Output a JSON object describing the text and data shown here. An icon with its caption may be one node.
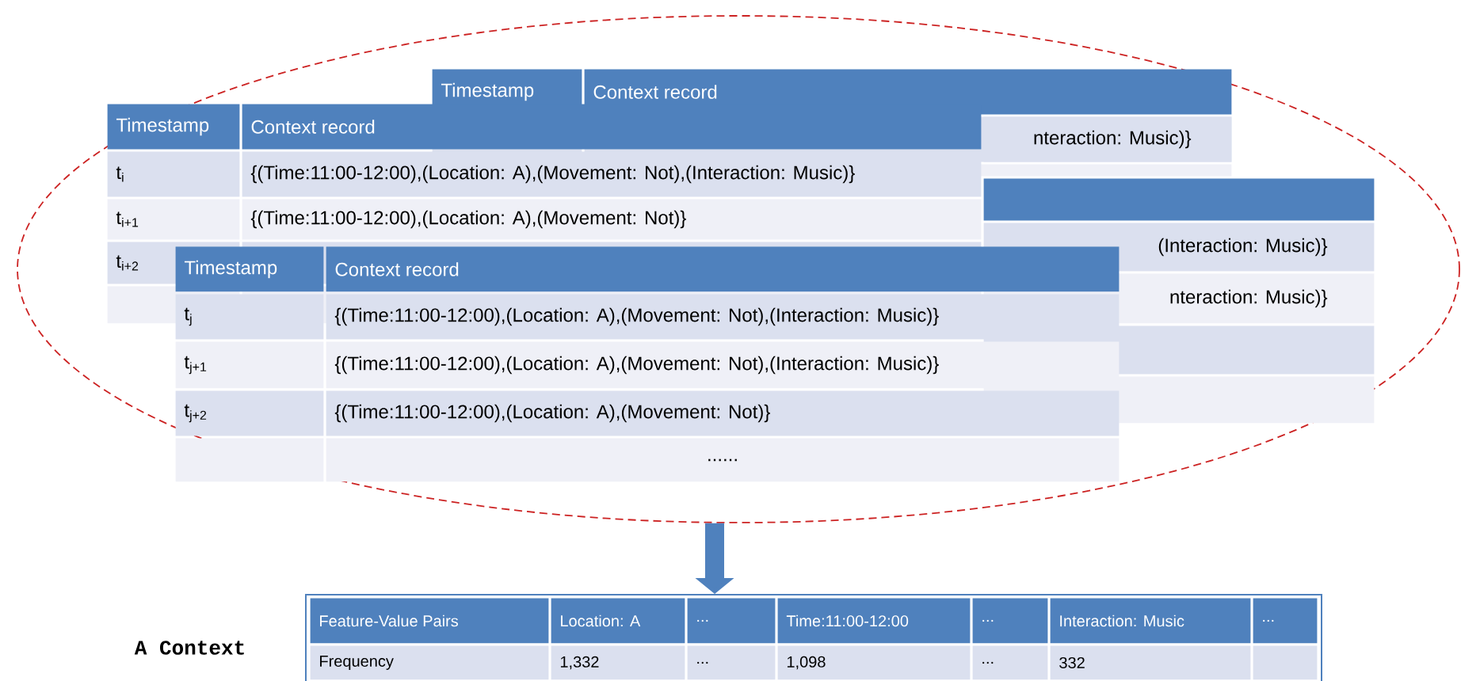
{
  "diagram": {
    "nodes": [
      {
        "text": [],
        "shape": "ellipse"
      },
      {
        "text": [],
        "shape": "box",
        "beside": [
          "A Context"
        ]
      }
    ],
    "edges": [
      {
        "from": 0,
        "to": 1,
        "arrow": "to"
      }
    ],
    "labels": [
      "Timestamp",
      "Context record",
      "nteraction: Music)}",
      "(Interaction: Music)}",
      "nteraction: Music)}",
      "Timestamp",
      "Context record",
      "t$_{i}$",
      "{(Time:11:00-12:00),(Location: A),(Movement: Not),(Interaction: Music)}",
      "t$_{i+1}$",
      "{(Time:11:00-12:00),(Location: A),(Movement: Not)}",
      "t$_{i+2}$",
      "Timestamp",
      "Context record",
      "t$_{j}$",
      "{(Time:11:00-12:00),(Location: A),(Movement: Not),(Interaction: Music)}",
      "t$_{j+1}$",
      "{(Time:11:00-12:00),(Location: A),(Movement: Not),(Interaction: Music)}",
      "t$_{j+2}$",
      "{(Time:11:00-12:00),(Location: A),(Movement: Not)}",
      "......",
      "Feature-Value Pairs",
      "Location: A",
      "...",
      "Time:11:00-12:00",
      "...",
      "Interaction: Music",
      "...",
      "Frequency",
      "1,332",
      "...",
      "1,098",
      "...",
      "332"
    ]
  }
}
